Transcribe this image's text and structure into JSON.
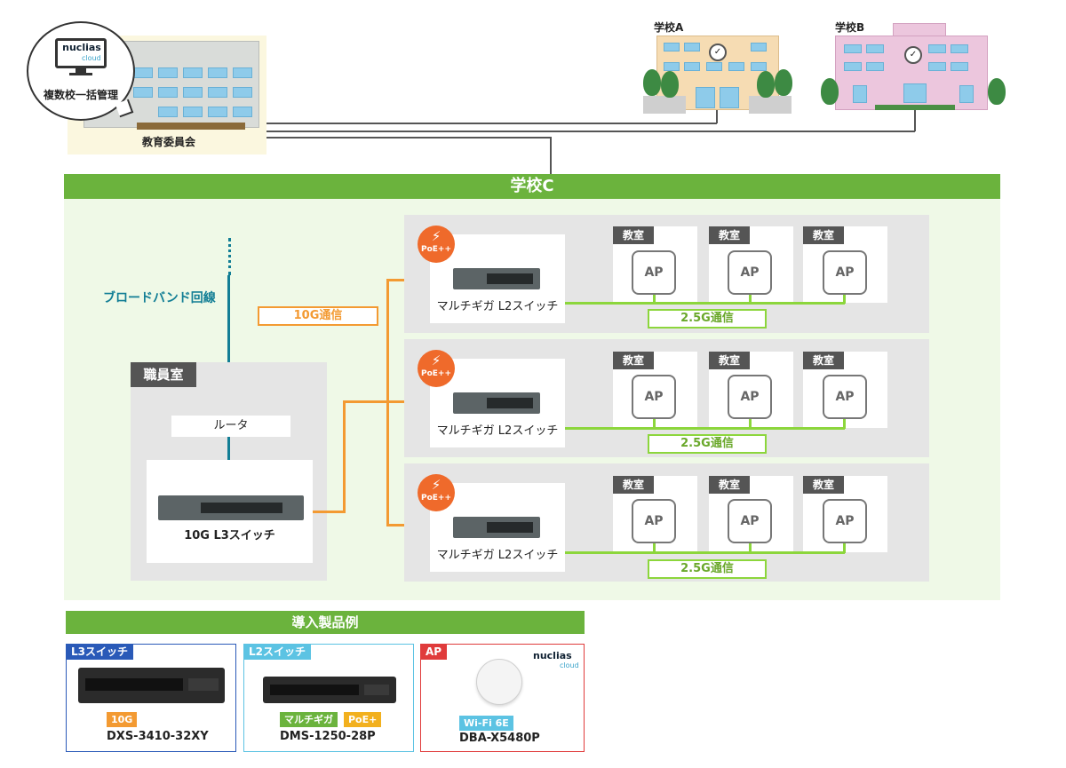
{
  "top": {
    "board_label": "教育委員会",
    "bubble_caption": "複数校一括管理",
    "nuclias_brand": "nuclias",
    "nuclias_sub": "cloud",
    "school_a_label": "学校A",
    "school_b_label": "学校B",
    "clock_glyph": "✓"
  },
  "school_c": {
    "title": "学校C",
    "broadband_label": "ブロードバンド回線",
    "office_label": "職員室",
    "router_label": "ルータ",
    "l3_switch_label": "10G L3スイッチ",
    "link_10g_label": "10G通信",
    "rows": [
      {
        "switch_label": "マルチギガ L2スイッチ",
        "poe_label": "PoE++",
        "link_label": "2.5G通信",
        "rooms": [
          "教室",
          "教室",
          "教室"
        ],
        "ap_label": "AP"
      },
      {
        "switch_label": "マルチギガ L2スイッチ",
        "poe_label": "PoE++",
        "link_label": "2.5G通信",
        "rooms": [
          "教室",
          "教室",
          "教室"
        ],
        "ap_label": "AP"
      },
      {
        "switch_label": "マルチギガ L2スイッチ",
        "poe_label": "PoE++",
        "link_label": "2.5G通信",
        "rooms": [
          "教室",
          "教室",
          "教室"
        ],
        "ap_label": "AP"
      }
    ]
  },
  "products": {
    "title": "導入製品例",
    "cards": [
      {
        "category": "L3スイッチ",
        "tags": [
          "10G"
        ],
        "model": "DXS-3410-32XY"
      },
      {
        "category": "L2スイッチ",
        "tags": [
          "マルチギガ",
          "PoE+"
        ],
        "model": "DMS-1250-28P"
      },
      {
        "category": "AP",
        "tags": [
          "Wi-Fi 6E"
        ],
        "model": "DBA-X5480P",
        "brand": "nuclias",
        "brand_sub": "cloud"
      }
    ]
  },
  "colors": {
    "green": "#6bb33d",
    "orange": "#f39a32",
    "lime": "#8cd63c",
    "teal": "#127e95",
    "poe": "#ef6a2b",
    "l3_blue": "#2a5ab8",
    "l2_cyan": "#5cc3e3",
    "ap_red": "#e03b3b"
  }
}
